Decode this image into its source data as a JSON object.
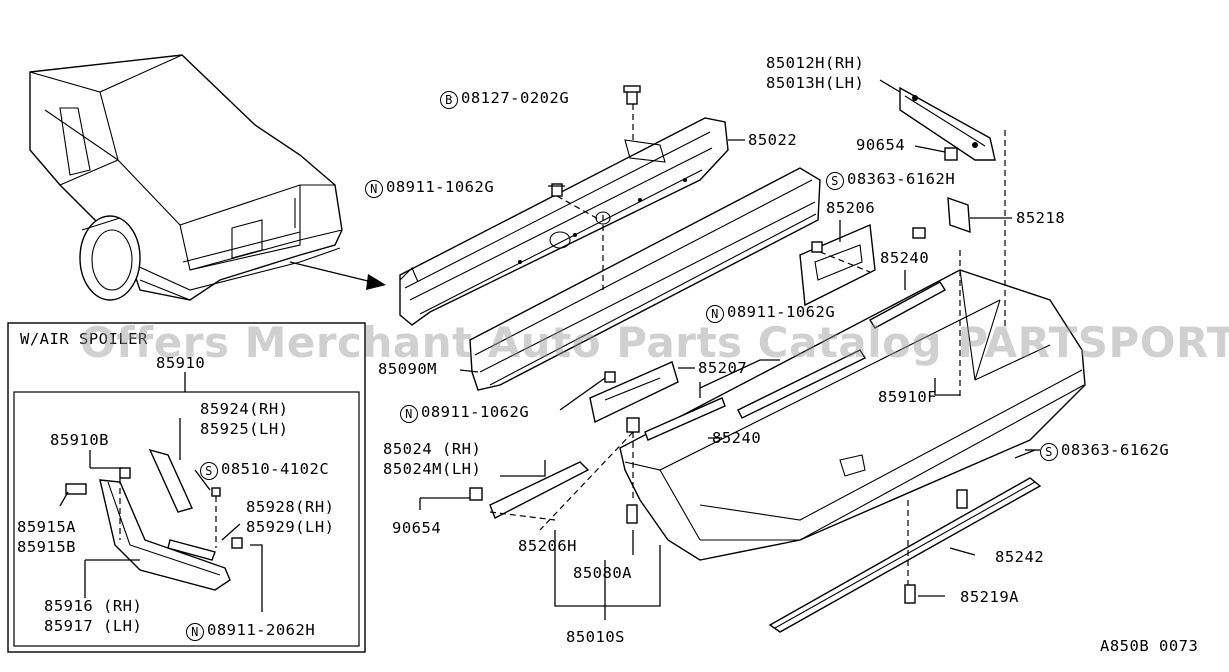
{
  "labels": {
    "p85012h": "85012H(RH)",
    "p85013h": "85013H(LH)",
    "p08127": "08127-0202G",
    "p85022": "85022",
    "p90654_top": "90654",
    "p08911_top": "08911-1062G",
    "p08363_top": "08363-6162H",
    "p85206": "85206",
    "p85218": "85218",
    "p85240_top": "85240",
    "p08911_mid": "08911-1062G",
    "p85090m": "85090M",
    "p85207": "85207",
    "p85910f": "85910F",
    "p08911_low": "08911-1062G",
    "p85240_low": "85240",
    "p08363_right": "08363-6162G",
    "p85024": "85024 (RH)",
    "p85024m": "85024M(LH)",
    "p90654_low": "90654",
    "p85206h": "85206H",
    "p85080a": "85080A",
    "p85242": "85242",
    "p85219a": "85219A",
    "p85010s": "85010S",
    "inset_title": "W/AIR SPOILER",
    "p85910": "85910",
    "p85924": "85924(RH)",
    "p85925": "85925(LH)",
    "p85910b": "85910B",
    "p08510": "08510-4102C",
    "p85928": "85928(RH)",
    "p85929": "85929(LH)",
    "p85915a": "85915A",
    "p85915b": "85915B",
    "p85916": "85916 (RH)",
    "p85917": "85917 (LH)",
    "p08911_inset": "08911-2062H",
    "diagram_code": "A850B 0073"
  },
  "symbols": {
    "bolt": "B",
    "nut": "N",
    "screw": "S"
  },
  "watermark": "Offers Merchant Auto Parts Catalog PARTSPORT.SA"
}
